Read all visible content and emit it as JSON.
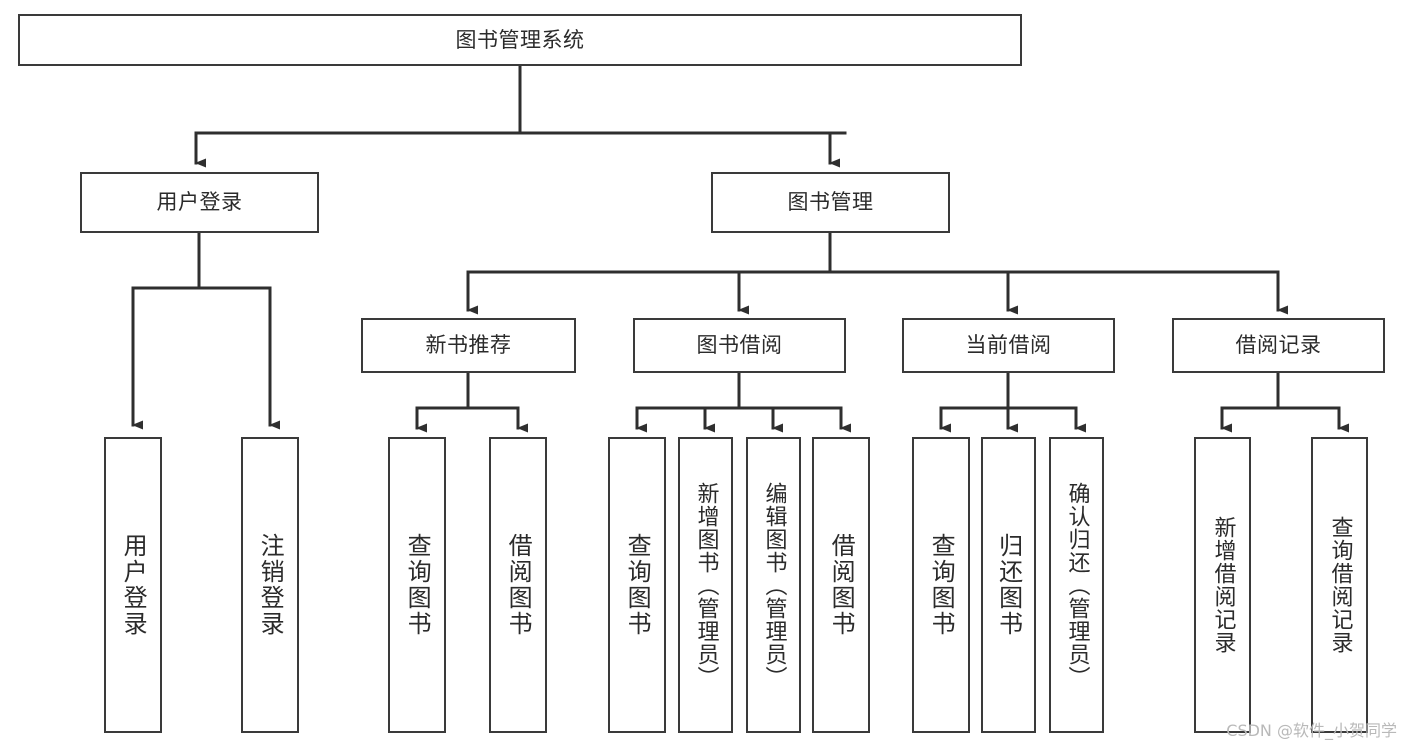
{
  "diagram": {
    "type": "tree",
    "title": "图书管理系统",
    "orientation": "top-down",
    "style": {
      "box_border_color": "#3a3a3a",
      "box_fill_color": "#ffffff",
      "text_color": "#2b2b2b",
      "edge_color": "#2f2f2f",
      "background": "#ffffff"
    }
  },
  "root": {
    "label": "图书管理系统"
  },
  "level2": [
    {
      "label": "用户登录"
    },
    {
      "label": "图书管理"
    }
  ],
  "level3": [
    {
      "label": "新书推荐"
    },
    {
      "label": "图书借阅"
    },
    {
      "label": "当前借阅"
    },
    {
      "label": "借阅记录"
    }
  ],
  "leaves": {
    "user_login": [
      {
        "label": "用户登录"
      },
      {
        "label": "注销登录"
      }
    ],
    "new_book_recommend": [
      {
        "label": "查询图书"
      },
      {
        "label": "借阅图书"
      }
    ],
    "book_borrow": [
      {
        "label": "查询图书"
      },
      {
        "label": "新增图书（管理员）"
      },
      {
        "label": "编辑图书（管理员）"
      },
      {
        "label": "借阅图书"
      }
    ],
    "current_borrow": [
      {
        "label": "查询图书"
      },
      {
        "label": "归还图书"
      },
      {
        "label": "确认归还（管理员）"
      }
    ],
    "borrow_record": [
      {
        "label": "新增借阅记录"
      },
      {
        "label": "查询借阅记录"
      }
    ]
  },
  "watermark": {
    "text": "CSDN @软件_小贺同学"
  }
}
